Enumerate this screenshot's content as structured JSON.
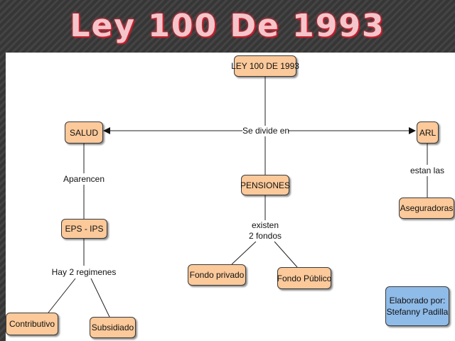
{
  "slide": {
    "title": "Ley 100 De 1993"
  },
  "nodes": {
    "root": "LEY 100 DE 1993",
    "salud": "SALUD",
    "arl": "ARL",
    "pensiones": "PENSIONES",
    "eps": "EPS - IPS",
    "aseguradoras": "Aseguradoras",
    "fondo_privado": "Fondo privado",
    "fondo_publico": "Fondo Público",
    "contributivo": "Contributivo",
    "subsidiado": "Subsidiado"
  },
  "links": {
    "se_divide": "Se divide en",
    "aparencen": "Aparencen",
    "estan_las": "estan las",
    "existen_line1": "existen",
    "existen_line2": "2 fondos",
    "hay_regimenes": "Hay 2 regimenes"
  },
  "credit": {
    "line1": "Elaborado por:",
    "line2": "Stefanny Padilla"
  },
  "colors": {
    "node_fill": "#fbc99a",
    "credit_fill": "#8fbbe8",
    "title_glow": "#e0303f"
  }
}
